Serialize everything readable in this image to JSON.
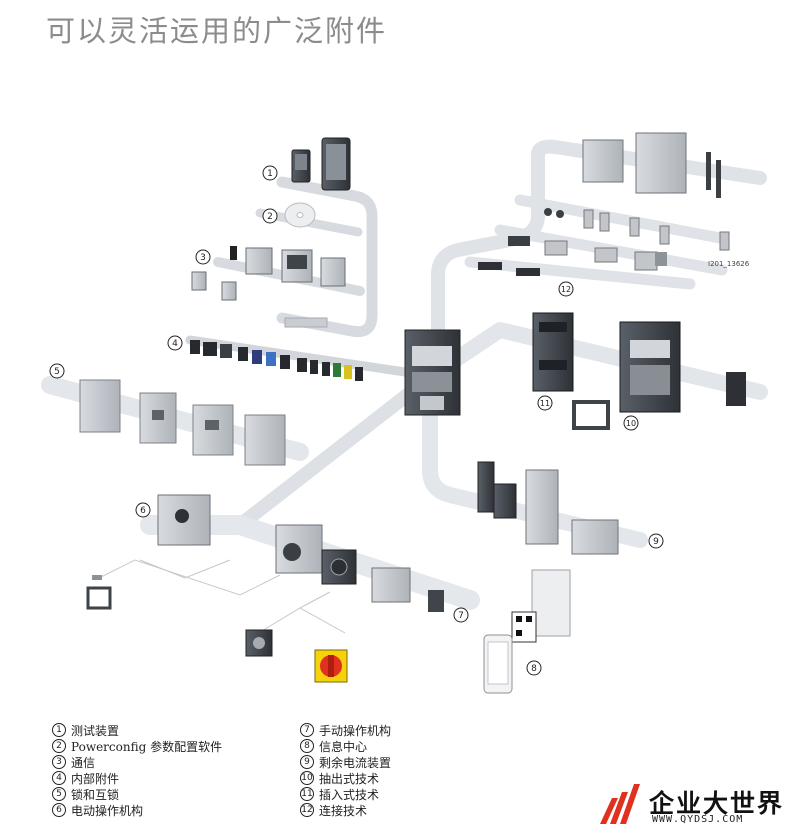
{
  "title": "可以灵活运用的广泛附件",
  "callouts": [
    "1",
    "2",
    "3",
    "4",
    "5",
    "6",
    "7",
    "8",
    "9",
    "10",
    "11",
    "12"
  ],
  "figure_code": "I201_13626",
  "legend_left": [
    {
      "num": "1",
      "label": "测试装置"
    },
    {
      "num": "2",
      "label": "Powerconfig 参数配置软件"
    },
    {
      "num": "3",
      "label": "通信"
    },
    {
      "num": "4",
      "label": "内部附件"
    },
    {
      "num": "5",
      "label": "锁和互锁"
    },
    {
      "num": "6",
      "label": "电动操作机构"
    }
  ],
  "legend_right": [
    {
      "num": "7",
      "label": "手动操作机构"
    },
    {
      "num": "8",
      "label": "信息中心"
    },
    {
      "num": "9",
      "label": "剩余电流装置"
    },
    {
      "num": "10",
      "label": "抽出式技术"
    },
    {
      "num": "11",
      "label": "插入式技术"
    },
    {
      "num": "12",
      "label": "连接技术"
    }
  ],
  "logo": {
    "name": "企业大世界",
    "url": "WWW.QYDSJ.COM"
  },
  "colors": {
    "title": "#8c8c8c",
    "rail": "#e3e6ea",
    "device": "#c8ccd1",
    "device_dark": "#3c4147",
    "handle_red": "#e0301e",
    "handle_yellow": "#f5d20a"
  }
}
